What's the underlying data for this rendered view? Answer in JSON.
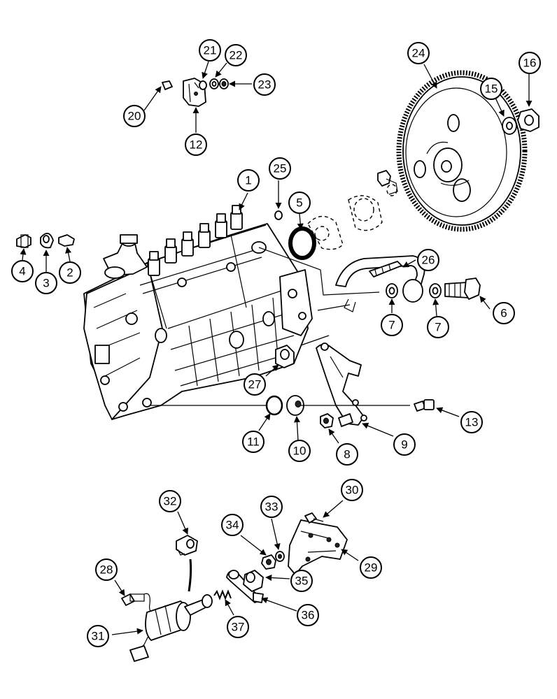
{
  "diagram": {
    "callouts": [
      "1",
      "2",
      "3",
      "4",
      "5",
      "6",
      "7",
      "7",
      "8",
      "9",
      "10",
      "11",
      "12",
      "13",
      "15",
      "16",
      "20",
      "21",
      "22",
      "23",
      "24",
      "25",
      "26",
      "27",
      "28",
      "29",
      "30",
      "31",
      "32",
      "33",
      "34",
      "35",
      "36",
      "37"
    ]
  },
  "colors": {
    "line": "#000000",
    "background": "#ffffff"
  }
}
